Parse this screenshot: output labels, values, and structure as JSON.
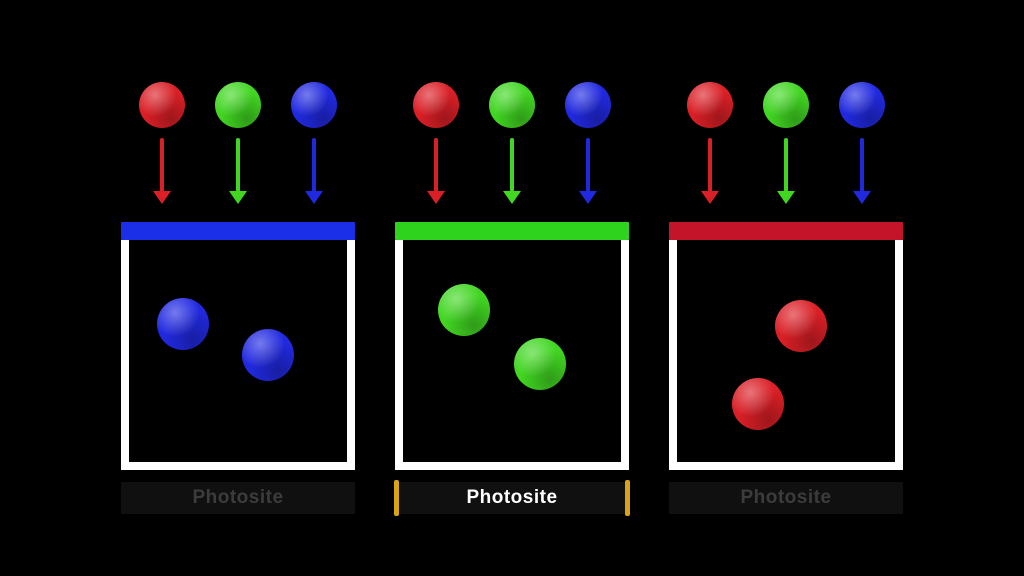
{
  "panels": [
    {
      "label": "Photosite",
      "label_color": "#3c3c3c",
      "active": false,
      "filter_color": "#1c2fe8",
      "filter_name": "blue-filter",
      "photons": [
        {
          "name": "red-photon",
          "color": "#da1f26"
        },
        {
          "name": "green-photon",
          "color": "#41d622"
        },
        {
          "name": "blue-photon",
          "color": "#2129e0"
        }
      ],
      "sensor_balls": [
        {
          "color": "#2129e0",
          "x": "13%",
          "y": "26%"
        },
        {
          "color": "#2129e0",
          "x": "52%",
          "y": "40%"
        }
      ]
    },
    {
      "label": "Photosite",
      "label_color": "#ffffff",
      "active": true,
      "highlight_color": "#d9a516",
      "filter_color": "#2ed31d",
      "filter_name": "green-filter",
      "photons": [
        {
          "name": "red-photon",
          "color": "#da1f26"
        },
        {
          "name": "green-photon",
          "color": "#41d622"
        },
        {
          "name": "blue-photon",
          "color": "#2129e0"
        }
      ],
      "sensor_balls": [
        {
          "color": "#41d622",
          "x": "16%",
          "y": "20%"
        },
        {
          "color": "#41d622",
          "x": "51%",
          "y": "44%"
        }
      ]
    },
    {
      "label": "Photosite",
      "label_color": "#3c3c3c",
      "active": false,
      "filter_color": "#c3142a",
      "filter_name": "red-filter",
      "photons": [
        {
          "name": "red-photon",
          "color": "#da1f26"
        },
        {
          "name": "green-photon",
          "color": "#41d622"
        },
        {
          "name": "blue-photon",
          "color": "#2129e0"
        }
      ],
      "sensor_balls": [
        {
          "color": "#da1f26",
          "x": "45%",
          "y": "27%"
        },
        {
          "color": "#da1f26",
          "x": "25%",
          "y": "62%"
        }
      ]
    }
  ]
}
